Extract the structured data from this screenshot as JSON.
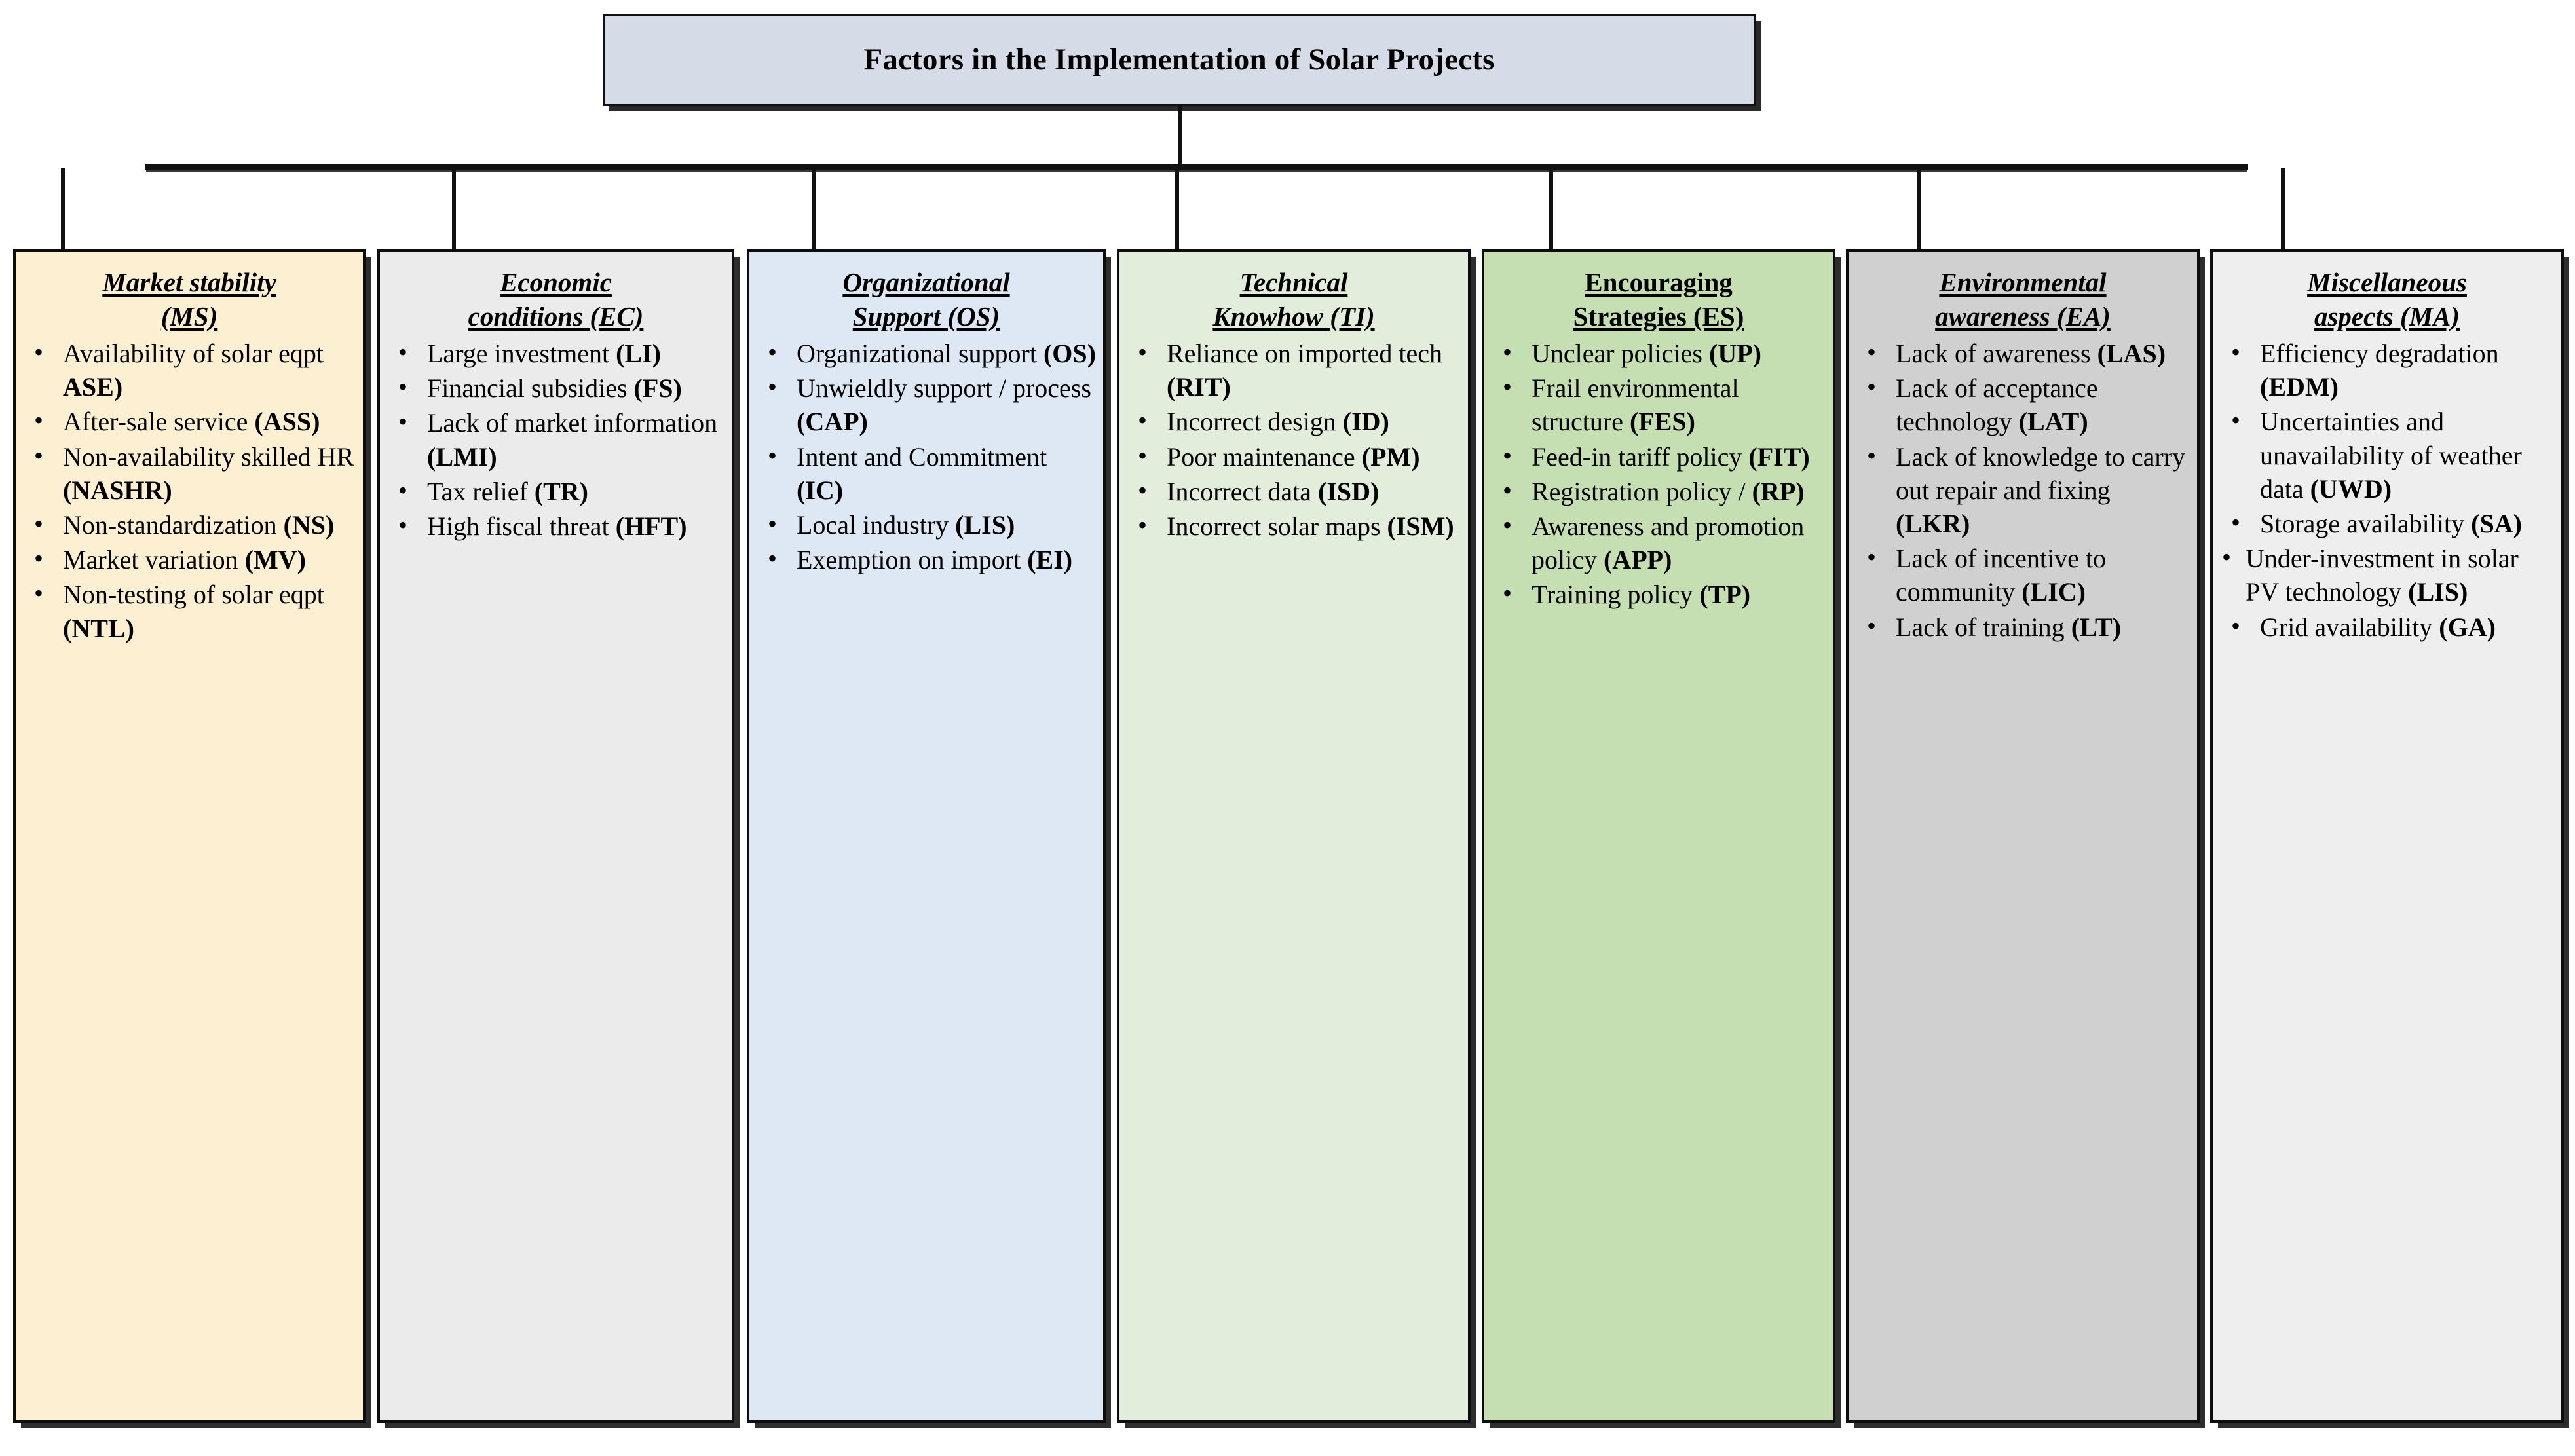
{
  "root": {
    "title": "Factors in the Implementation of Solar Projects",
    "fill": "#d5dce7"
  },
  "connectors": {
    "style": "orthogonal-bus",
    "branch_count": 7
  },
  "columns": [
    {
      "id": "market-stability",
      "head_line1": "Market stability",
      "head_line2": "(MS)",
      "head_italic": true,
      "code": "MS",
      "fill": "#fdf0d2",
      "items": [
        {
          "text": "Availability of solar eqpt ",
          "code": "ASE)"
        },
        {
          "text": "After-sale service ",
          "code": "(ASS)"
        },
        {
          "text": "Non-availability skilled HR ",
          "code": "(NASHR)"
        },
        {
          "text": "Non-standardization ",
          "code": "(NS)"
        },
        {
          "text": "Market variation ",
          "code": "(MV)"
        },
        {
          "text": "Non-testing of solar eqpt ",
          "code": "(NTL)"
        }
      ]
    },
    {
      "id": "economic-conditions",
      "head_line1": "Economic",
      "head_line2": "conditions (EC)",
      "head_italic": true,
      "code": "EC",
      "fill": "#ebebec",
      "items": [
        {
          "text": "Large investment ",
          "code": "(LI)"
        },
        {
          "text": "Financial subsidies ",
          "code": "(FS)"
        },
        {
          "text": "Lack of market information ",
          "code": "(LMI)"
        },
        {
          "text": "Tax relief ",
          "code": "(TR)"
        },
        {
          "text": "High fiscal threat ",
          "code": "(HFT)"
        }
      ]
    },
    {
      "id": "organizational-support",
      "head_line1": "Organizational",
      "head_line2": "Support (OS)",
      "head_italic": true,
      "code": "OS",
      "fill": "#dee8f4",
      "items": [
        {
          "text": "Organizational support ",
          "code": "(OS)"
        },
        {
          "text": "Unwieldly support / process ",
          "code": "(CAP)"
        },
        {
          "text": "Intent and Commitment ",
          "code": "(IC)"
        },
        {
          "text": "Local industry ",
          "code": "(LIS)"
        },
        {
          "text": "Exemption on import ",
          "code": "(EI)"
        }
      ]
    },
    {
      "id": "technical-knowhow",
      "head_line1": "Technical",
      "head_line2": "Knowhow (TI)",
      "head_italic": true,
      "code": "TI",
      "fill": "#e3eddb",
      "items": [
        {
          "text": "Reliance on imported tech ",
          "code": "(RIT)"
        },
        {
          "text": "Incorrect design ",
          "code": "(ID)"
        },
        {
          "text": "Poor maintenance ",
          "code": "(PM)"
        },
        {
          "text": "Incorrect data ",
          "code": "(ISD)"
        },
        {
          "text": "Incorrect solar maps ",
          "code": "(ISM)"
        }
      ]
    },
    {
      "id": "encouraging-strategies",
      "head_line1": "Encouraging",
      "head_line2": "Strategies (ES)",
      "head_italic": false,
      "code": "ES",
      "fill": "#c6dfb2",
      "items": [
        {
          "text": "Unclear policies ",
          "code": "(UP)"
        },
        {
          "text": "Frail environmental structure ",
          "code": "(FES)"
        },
        {
          "text": "Feed-in tariff policy ",
          "code": "(FIT)"
        },
        {
          "text": "Registration policy / ",
          "code": "(RP)"
        },
        {
          "text": "Awareness and promotion policy ",
          "code": "(APP)"
        },
        {
          "text": "Training policy ",
          "code": "(TP)"
        }
      ]
    },
    {
      "id": "environmental-awareness",
      "head_line1": "Environmental",
      "head_line2": "awareness (EA)",
      "head_italic": true,
      "code": "EA",
      "fill": "#d0d0d0",
      "items": [
        {
          "text": "Lack of awareness ",
          "code": "(LAS)"
        },
        {
          "text": "Lack of acceptance technology ",
          "code": "(LAT)"
        },
        {
          "text": "Lack of knowledge to carry out repair and fixing ",
          "code": "(LKR)"
        },
        {
          "text": "Lack of incentive to community ",
          "code": "(LIC)"
        },
        {
          "text": "Lack of training ",
          "code": "(LT)"
        }
      ]
    },
    {
      "id": "miscellaneous-aspects",
      "head_line1": "Miscellaneous",
      "head_line2": "aspects (MA)",
      "head_italic": true,
      "code": "MA",
      "fill": "#eeeeee",
      "items": [
        {
          "text": "Efficiency degradation ",
          "code": "(EDM)"
        },
        {
          "text": "Uncertainties and unavailability of weather data ",
          "code": "(UWD)"
        },
        {
          "text": "Storage availability ",
          "code": "(SA)"
        },
        {
          "text": "Under-investment in solar PV technology ",
          "code": "(LIS)",
          "tight": true
        },
        {
          "text": "Grid availability ",
          "code": "(GA)"
        }
      ]
    }
  ]
}
